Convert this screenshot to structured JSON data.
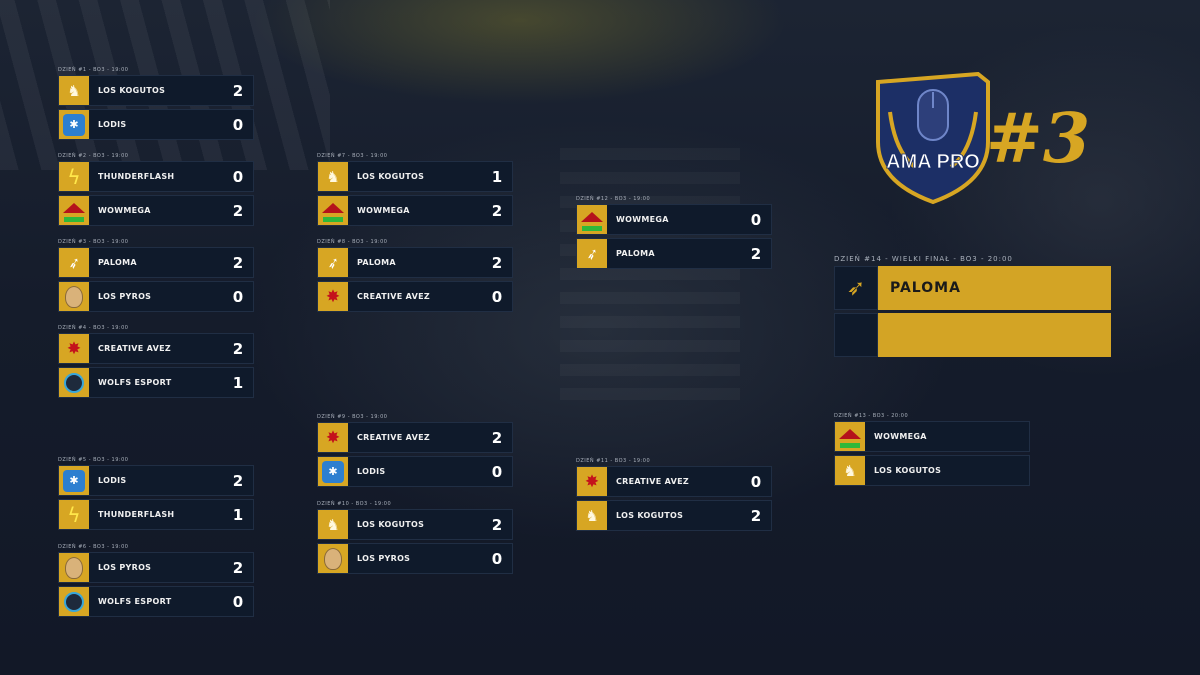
{
  "event": {
    "logo_text": "AMA PRO",
    "edition": "#3"
  },
  "matches": [
    {
      "id": "m1",
      "label": "DZIEŃ #1 - BO3 - 19:00",
      "teams": [
        {
          "name": "LOS KOGUTOS",
          "score": "2",
          "logo": "kogutos"
        },
        {
          "name": "LODIS",
          "score": "0",
          "logo": "lodis"
        }
      ]
    },
    {
      "id": "m2",
      "label": "DZIEŃ #2 - BO3 - 19:00",
      "teams": [
        {
          "name": "THUNDERFLASH",
          "score": "0",
          "logo": "thunderflash"
        },
        {
          "name": "WOWMEGA",
          "score": "2",
          "logo": "wowmega"
        }
      ]
    },
    {
      "id": "m3",
      "label": "DZIEŃ #3 - BO3 - 19:00",
      "teams": [
        {
          "name": "PALOMA",
          "score": "2",
          "logo": "paloma"
        },
        {
          "name": "LOS PYROS",
          "score": "0",
          "logo": "pyros"
        }
      ]
    },
    {
      "id": "m4",
      "label": "DZIEŃ #4 - BO3 - 19:00",
      "teams": [
        {
          "name": "CREATIVE AVEZ",
          "score": "2",
          "logo": "avez"
        },
        {
          "name": "WOLFS ESPORT",
          "score": "1",
          "logo": "wolfs"
        }
      ]
    },
    {
      "id": "m5",
      "label": "DZIEŃ #5 - BO3 - 19:00",
      "teams": [
        {
          "name": "LODIS",
          "score": "2",
          "logo": "lodis"
        },
        {
          "name": "THUNDERFLASH",
          "score": "1",
          "logo": "thunderflash"
        }
      ]
    },
    {
      "id": "m6",
      "label": "DZIEŃ #6 - BO3 - 19:00",
      "teams": [
        {
          "name": "LOS PYROS",
          "score": "2",
          "logo": "pyros"
        },
        {
          "name": "WOLFS ESPORT",
          "score": "0",
          "logo": "wolfs"
        }
      ]
    },
    {
      "id": "m7",
      "label": "DZIEŃ #7 - BO3 - 19:00",
      "teams": [
        {
          "name": "LOS KOGUTOS",
          "score": "1",
          "logo": "kogutos"
        },
        {
          "name": "WOWMEGA",
          "score": "2",
          "logo": "wowmega"
        }
      ]
    },
    {
      "id": "m8",
      "label": "DZIEŃ #8 - BO3 - 19:00",
      "teams": [
        {
          "name": "PALOMA",
          "score": "2",
          "logo": "paloma"
        },
        {
          "name": "CREATIVE AVEZ",
          "score": "0",
          "logo": "avez"
        }
      ]
    },
    {
      "id": "m9",
      "label": "DZIEŃ #9 - BO3 - 19:00",
      "teams": [
        {
          "name": "CREATIVE AVEZ",
          "score": "2",
          "logo": "avez"
        },
        {
          "name": "LODIS",
          "score": "0",
          "logo": "lodis"
        }
      ]
    },
    {
      "id": "m10",
      "label": "DZIEŃ #10 - BO3 - 19:00",
      "teams": [
        {
          "name": "LOS KOGUTOS",
          "score": "2",
          "logo": "kogutos"
        },
        {
          "name": "LOS PYROS",
          "score": "0",
          "logo": "pyros"
        }
      ]
    },
    {
      "id": "m11",
      "label": "DZIEŃ #11 - BO3 - 19:00",
      "teams": [
        {
          "name": "CREATIVE AVEZ",
          "score": "0",
          "logo": "avez"
        },
        {
          "name": "LOS KOGUTOS",
          "score": "2",
          "logo": "kogutos"
        }
      ]
    },
    {
      "id": "m12",
      "label": "DZIEŃ #12 - BO3 - 19:00",
      "teams": [
        {
          "name": "WOWMEGA",
          "score": "0",
          "logo": "wowmega"
        },
        {
          "name": "PALOMA",
          "score": "2",
          "logo": "paloma"
        }
      ]
    },
    {
      "id": "m13",
      "label": "DZIEŃ #13 - BO3 - 20:00",
      "teams": [
        {
          "name": "WOWMEGA",
          "score": "",
          "logo": "wowmega"
        },
        {
          "name": "LOS KOGUTOS",
          "score": "",
          "logo": "kogutos"
        }
      ]
    }
  ],
  "final": {
    "label": "DZIEŃ #14 - WIELKI FINAŁ - BO3 - 20:00",
    "teams": [
      {
        "name": "PALOMA",
        "logo": "paloma"
      },
      {
        "name": "",
        "logo": ""
      }
    ]
  },
  "colors": {
    "accent_gold": "#d7a623",
    "panel": "#0f1a2b",
    "background": "#151c2b"
  }
}
